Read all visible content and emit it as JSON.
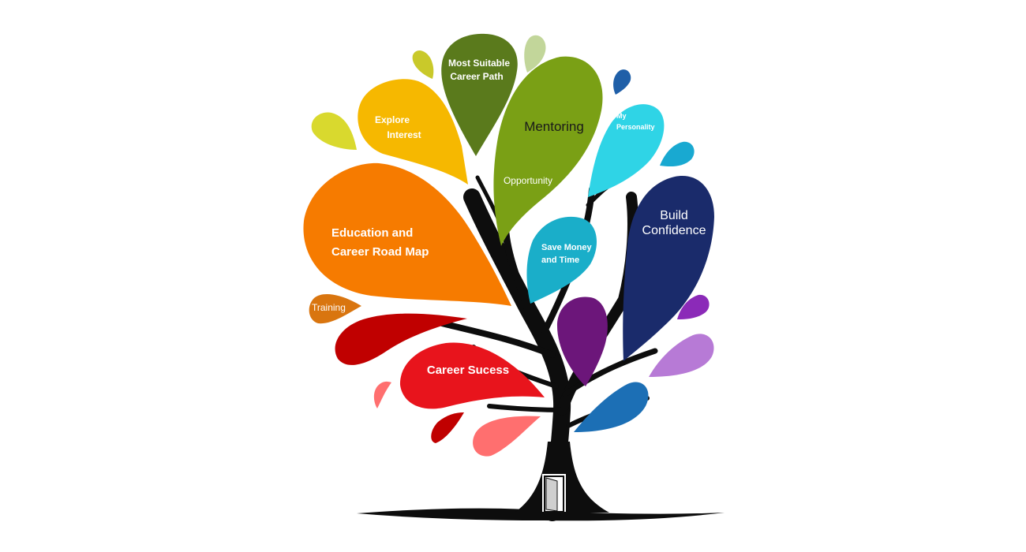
{
  "labels": {
    "most_suitable_1": "Most Suitable",
    "most_suitable_2": "Career Path",
    "explore_1": "Explore",
    "explore_2": "Interest",
    "mentoring": "Mentoring",
    "opportunity": "Opportunity",
    "personality_1": "My",
    "personality_2": "Personality",
    "education_1": "Education and",
    "education_2": "Career Road Map",
    "build_1": "Build",
    "build_2": "Confidence",
    "save_1": "Save Money",
    "save_2": "and Time",
    "training": "Training",
    "career_success": "Career Sucess"
  },
  "colors": {
    "trunk": "#0d0d0d",
    "background": "#ffffff",
    "green_dark": "#5a7a1c",
    "green": "#7aa015",
    "green_pale": "#c2d69a",
    "olive": "#c9c92a",
    "lime": "#d9d92e",
    "yellow": "#f6b800",
    "orange": "#f67b00",
    "orange_dark": "#d9750f",
    "red_dark": "#c00000",
    "red": "#e8141c",
    "pink": "#ff6f6f",
    "cyan": "#2fd4e6",
    "cyan_dark": "#19a9d1",
    "teal": "#1aaec9",
    "navy": "#1a2b6b",
    "purple": "#6c167a",
    "violet": "#8b2ab8",
    "lavender": "#b77ad6",
    "blue": "#1c6fb5",
    "blue_small": "#1f5fa8"
  }
}
